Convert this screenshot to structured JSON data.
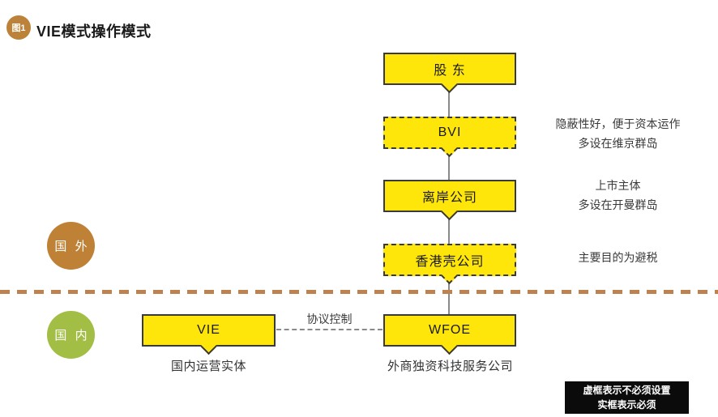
{
  "header": {
    "badge": "图1",
    "title": "VIE模式操作模式"
  },
  "chain": {
    "shareholder": {
      "label": "股 东"
    },
    "bvi": {
      "label": "BVI",
      "note1": "隐蔽性好，便于资本运作",
      "note2": "多设在维京群岛"
    },
    "offshore": {
      "label": "离岸公司",
      "note1": "上市主体",
      "note2": "多设在开曼群岛"
    },
    "hk_shell": {
      "label": "香港壳公司",
      "note1": "主要目的为避税"
    },
    "wfoe": {
      "label": "WFOE",
      "caption": "外商独资科技服务公司"
    },
    "vie": {
      "label": "VIE",
      "caption": "国内运营实体"
    }
  },
  "regions": {
    "overseas": "国 外",
    "domestic": "国 内"
  },
  "edge": {
    "label": "协议控制"
  },
  "legend": {
    "line1": "虚框表示不必须设置",
    "line2": "实框表示必须"
  },
  "colors": {
    "node_fill": "#ffe60a",
    "node_border": "#3a3a3a",
    "overseas_circle": "#be8135",
    "domestic_circle": "#a2be44",
    "divider": "#be8150",
    "connector": "#8a8a8a",
    "legend_bg": "#0b0b0b"
  }
}
